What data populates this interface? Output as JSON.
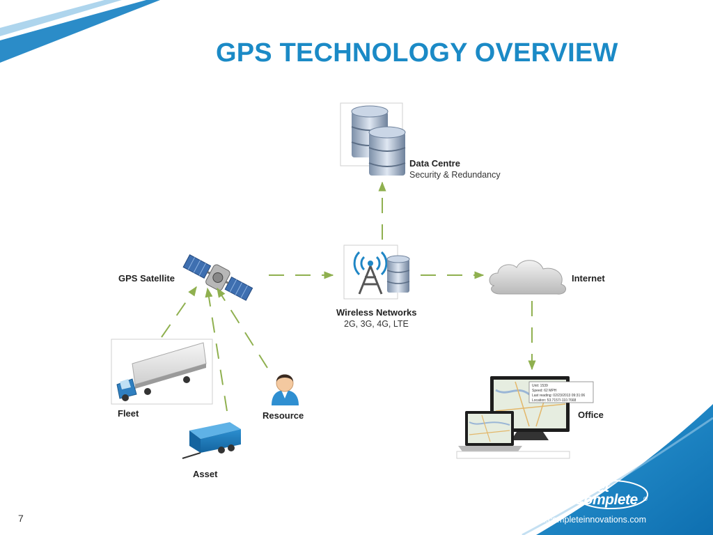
{
  "slide": {
    "title": "GPS TECHNOLOGY OVERVIEW",
    "page_number": "7",
    "url": "www.completeinnovations.com",
    "logo": {
      "line1": "Fleet",
      "line2": "Complete",
      "registered": "®"
    }
  },
  "nodes": {
    "data_centre": {
      "label": "Data Centre",
      "sublabel": "Security & Redundancy"
    },
    "gps_satellite": {
      "label": "GPS Satellite"
    },
    "wireless_networks": {
      "label": "Wireless Networks",
      "sublabel": "2G, 3G, 4G, LTE"
    },
    "internet": {
      "label": "Internet"
    },
    "fleet": {
      "label": "Fleet"
    },
    "resource": {
      "label": "Resource"
    },
    "asset": {
      "label": "Asset"
    },
    "office": {
      "label": "Office"
    }
  },
  "office_popup": {
    "lines": [
      "Unit: 1539",
      "Speed: 62 MPH",
      "Last reading: 02/23/2013 09:31:06",
      "Location: 53.7157/-110.7668"
    ]
  },
  "colors": {
    "title": "#1b8ac6",
    "accent_blue": "#1f86c5",
    "arrow_green": "#8fb04f"
  }
}
